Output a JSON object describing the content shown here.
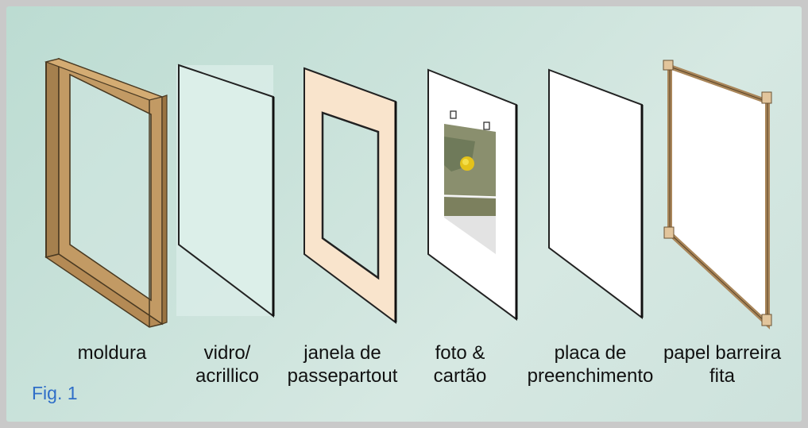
{
  "figure_label": "Fig. 1",
  "layers": [
    {
      "line1": "moldura",
      "line2": ""
    },
    {
      "line1": "vidro/",
      "line2": "acrillico"
    },
    {
      "line1": "janela de",
      "line2": "passepartout"
    },
    {
      "line1": "foto &",
      "line2": "cartão"
    },
    {
      "line1": "placa de",
      "line2": "preenchimento"
    },
    {
      "line1": "papel barreira",
      "line2": "fita"
    }
  ],
  "colors": {
    "background": "#c6e0d8",
    "frame_wood": "#c29a64",
    "glass": "#d9ece7",
    "passepartout": "#f9e4cc",
    "board": "#ffffff",
    "figure_label": "#2f6ec8"
  }
}
